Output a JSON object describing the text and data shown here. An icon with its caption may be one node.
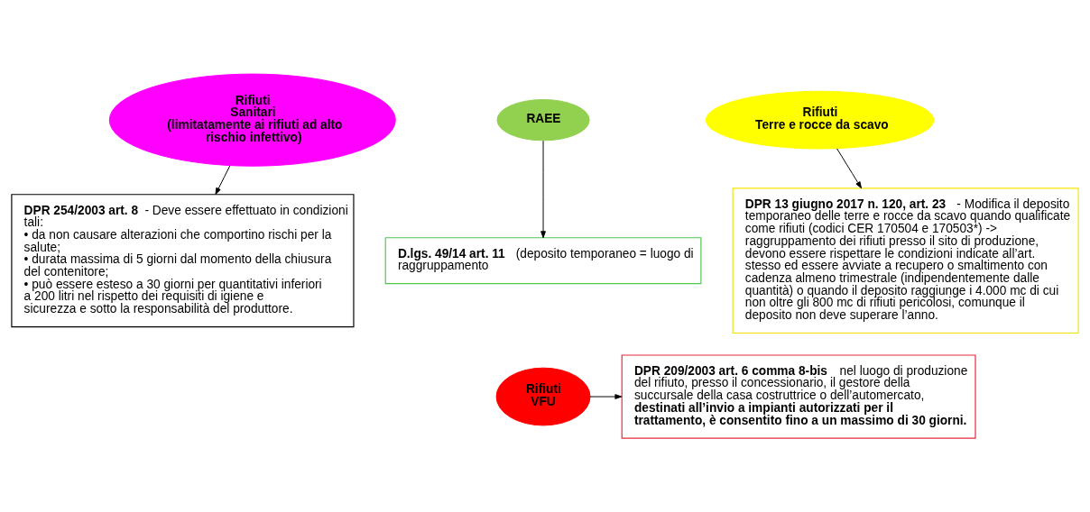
{
  "diagram": {
    "nodes": [
      {
        "text": [
          "RAEE"
        ]
      },
      {
        "text": [
          "Rifiuti",
          "Terre e rocce da scavo"
        ]
      },
      {
        "text": [
          "Rifiuti",
          "Sanitari",
          "(limitatamente ai rifiuti ad alto rischio infettivo)"
        ]
      },
      {
        "text": [
          "**D.lgs. 49/14 art. 11** (deposito temporaneo = luogo di raggruppamento"
        ]
      },
      {
        "text": [
          "**DPR 13 giugno 2017 n. 120, art. 23** - Modifica il deposito temporaneo delle terre e rocce da scavo quando qualificate come rifiuti (codici CER 170504 e 170503*) -> raggruppamento dei rifiuti presso il sito di produzione, devono essere rispettare le condizioni indicate all’art. stesso ed essere avviate a recupero o smaltimento con cadenza almeno trimestrale (indipendentemente dalle quantità) o quando il deposito raggiunge i 4.000 mc di cui non oltre gli 800 mc di rifiuti pericolosi, comunque il deposito non deve superare l’anno."
        ]
      },
      {
        "text": [
          "**DPR 254/2003 art. 8** - Deve essere effettuato in condizioni tali:",
          "• da non causare alterazioni che comportino rischi per la salute;",
          "• durata massima di 5 giorni dal momento della chiusura del contenitore;",
          "• può essere esteso a 30 giorni per quantitativi inferiori a 200 litri nel rispetto dei requisiti di igiene e sicurezza e sotto la responsabilità del produttore."
        ]
      },
      {
        "text": [
          "Rifiuti",
          "VFU"
        ]
      },
      {
        "text": [
          "**DPR 209/2003 art. 6 comma 8-bis** nel luogo di produzione del rifiuto, presso il concessionario, il gestore della succursale della casa costruttrice o dell’automercato, **destinati all’invio a impianti autorizzati per il trattamento, è consentito fino a un massimo di 30 giorni.**"
        ]
      }
    ],
    "edges": [
      {
        "from": 0,
        "to": 3,
        "arrow": "to"
      },
      {
        "from": 1,
        "to": 4,
        "arrow": "to"
      },
      {
        "from": 2,
        "to": 5,
        "arrow": "to"
      },
      {
        "from": 6,
        "to": 7,
        "arrow": "to"
      }
    ]
  }
}
